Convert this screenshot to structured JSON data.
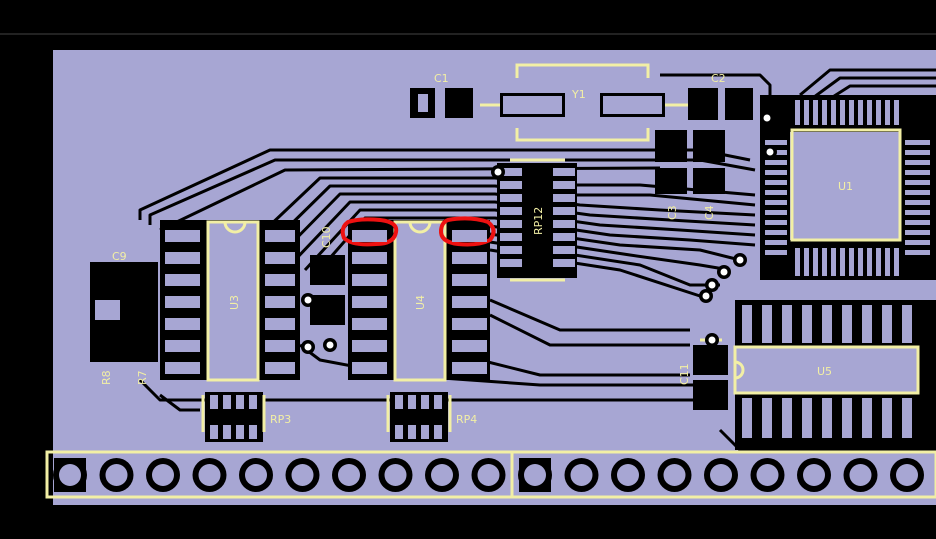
{
  "colors": {
    "background": "#000000",
    "board": "#a7a6d3",
    "copper": "#000000",
    "silkscreen": "#f2efa5",
    "highlight": "#ee1111"
  },
  "labels": {
    "c1": "C1",
    "c2": "C2",
    "y1": "Y1",
    "u1": "U1",
    "rp12": "RP12",
    "c3": "C3",
    "c4": "C4",
    "c9": "C9",
    "c10": "C10",
    "u3": "U3",
    "u4": "U4",
    "r7": "R7",
    "r8": "R8",
    "rp3": "RP3",
    "rp4": "RP4",
    "u5": "U5",
    "c11": "C11"
  },
  "annotations": [
    {
      "name": "u4-left-pad-highlight",
      "shape": "circle"
    },
    {
      "name": "u4-right-pad-highlight",
      "shape": "circle"
    }
  ]
}
